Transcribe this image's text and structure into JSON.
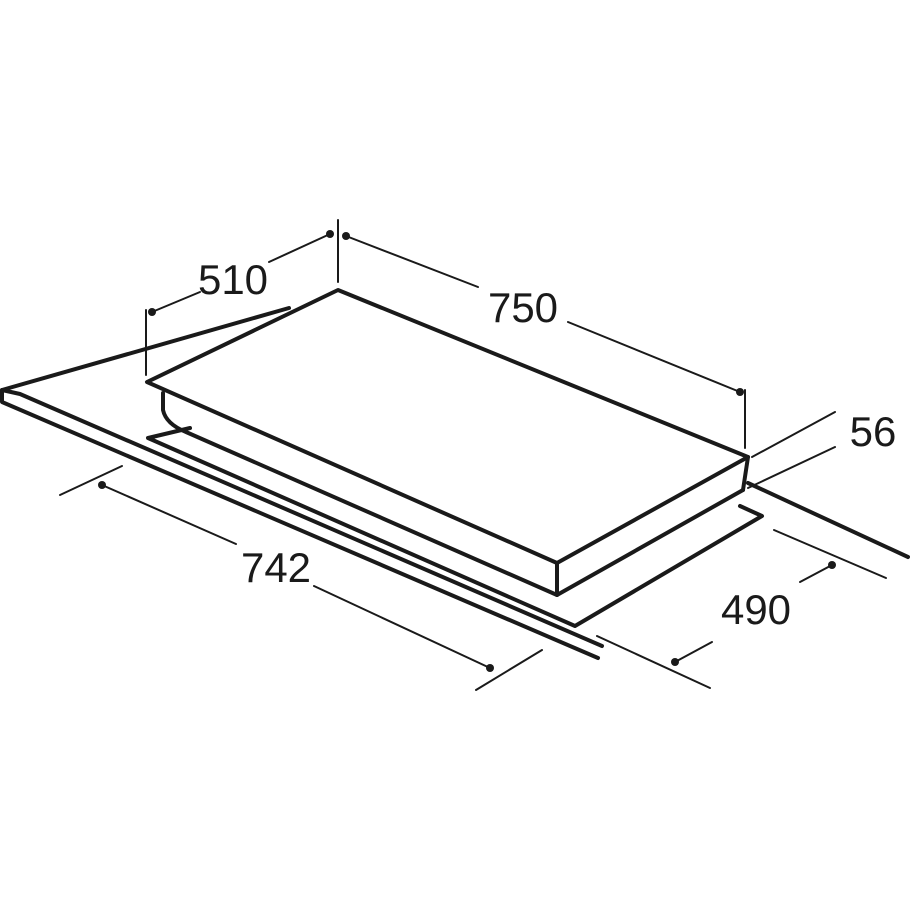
{
  "dimensions": {
    "hob_width": "750",
    "hob_depth": "510",
    "hob_height": "56",
    "cutout_width": "742",
    "cutout_depth": "490"
  },
  "colors": {
    "line": "#1a1a1a",
    "background": "#ffffff"
  }
}
